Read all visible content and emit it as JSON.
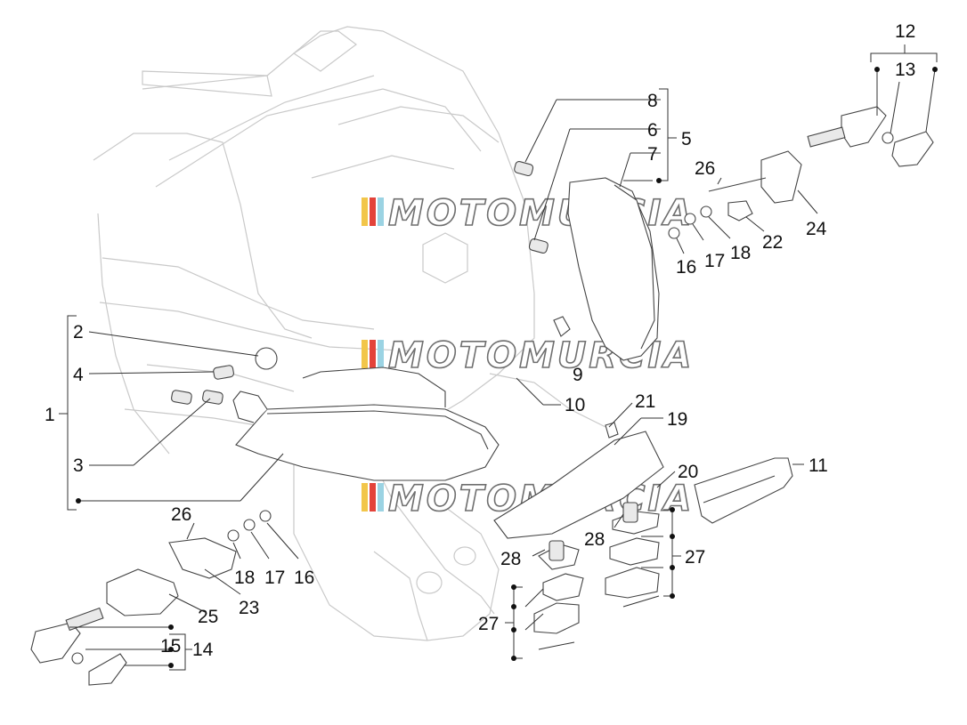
{
  "watermark": {
    "text": "MOTOMURCIA",
    "colors": [
      "#f2c64a",
      "#e3433a",
      "#9bd3e3"
    ]
  },
  "callouts": {
    "c1": "1",
    "c2": "2",
    "c3": "3",
    "c4": "4",
    "c5": "5",
    "c6": "6",
    "c7": "7",
    "c8": "8",
    "c9": "9",
    "c10": "10",
    "c11": "11",
    "c12": "12",
    "c13": "13",
    "c14": "14",
    "c15": "15",
    "c16a": "16",
    "c16b": "16",
    "c17a": "17",
    "c17b": "17",
    "c18a": "18",
    "c18b": "18",
    "c19": "19",
    "c20": "20",
    "c21": "21",
    "c22": "22",
    "c23": "23",
    "c24": "24",
    "c25": "25",
    "c26a": "26",
    "c26b": "26",
    "c27a": "27",
    "c27b": "27",
    "c28a": "28",
    "c28b": "28"
  },
  "colors": {
    "line": "#444444",
    "ghost": "#c9c9c9",
    "text": "#111111"
  }
}
